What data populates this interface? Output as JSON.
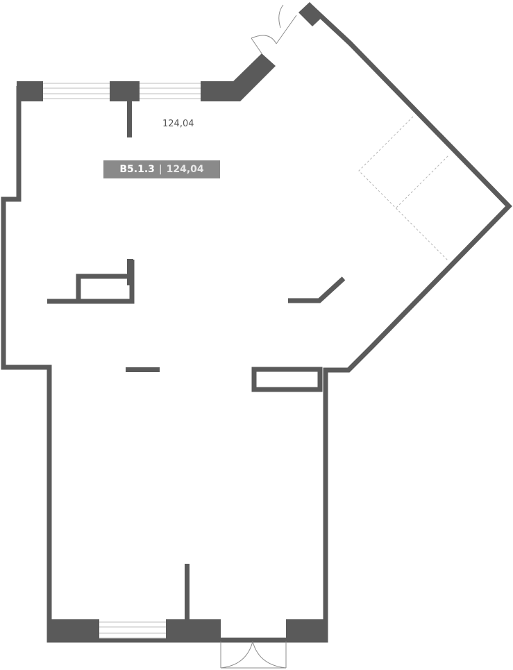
{
  "plan": {
    "area_label": "124,04",
    "unit_code": "В5.1.3",
    "separator": "|",
    "unit_area": "124,04",
    "colors": {
      "wall": "#5a5a5a",
      "badge": "#8a8a8a",
      "glass": "#bdbdbd",
      "door": "#8c8c8c"
    }
  }
}
